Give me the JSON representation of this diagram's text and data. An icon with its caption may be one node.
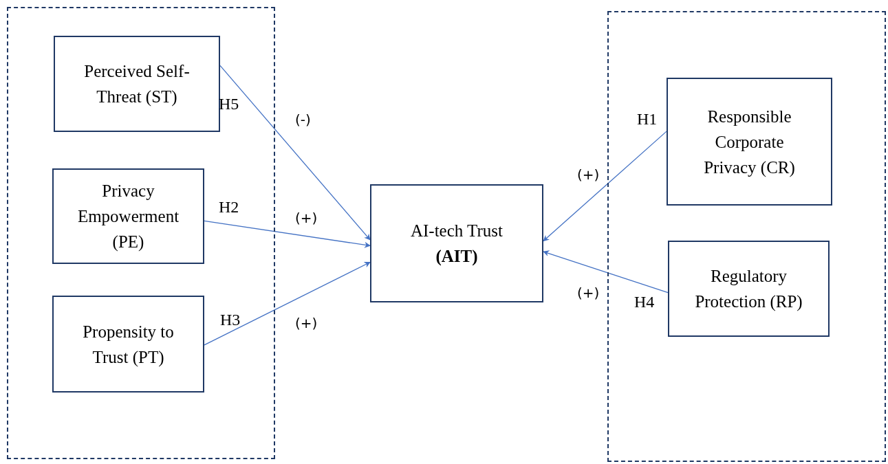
{
  "diagram": {
    "nodes": [
      {
        "text": [],
        "shape": "box"
      },
      {
        "text": [
          "Perceived Self-Threat (ST)"
        ],
        "in": 0
      },
      {
        "text": [
          "Privacy Empowerment (PE)"
        ],
        "in": 0
      },
      {
        "text": [
          "Propensity to Trust (PT)"
        ],
        "in": 0
      },
      {
        "text": [
          "AI-tech Trust **(AIT)**"
        ]
      },
      {
        "text": [],
        "shape": "box"
      },
      {
        "text": [
          "Responsible Corporate Privacy (CR)"
        ],
        "in": 5
      },
      {
        "text": [
          "Regulatory Protection (RP)"
        ],
        "in": 5
      }
    ],
    "edges": [
      {
        "from": 1,
        "to": 4,
        "arrow": "to",
        "label": "(-)"
      },
      {
        "from": 2,
        "to": 4,
        "arrow": "to",
        "label": "(+)"
      },
      {
        "from": 3,
        "to": 4,
        "arrow": "to",
        "label": "(+)"
      },
      {
        "from": 6,
        "to": 4,
        "arrow": "to",
        "label": "(+)"
      },
      {
        "from": 7,
        "to": 4,
        "arrow": "to",
        "label": "(+)"
      }
    ],
    "labels": [
      "H5",
      "H2",
      "H3",
      "H1",
      "H4"
    ]
  }
}
